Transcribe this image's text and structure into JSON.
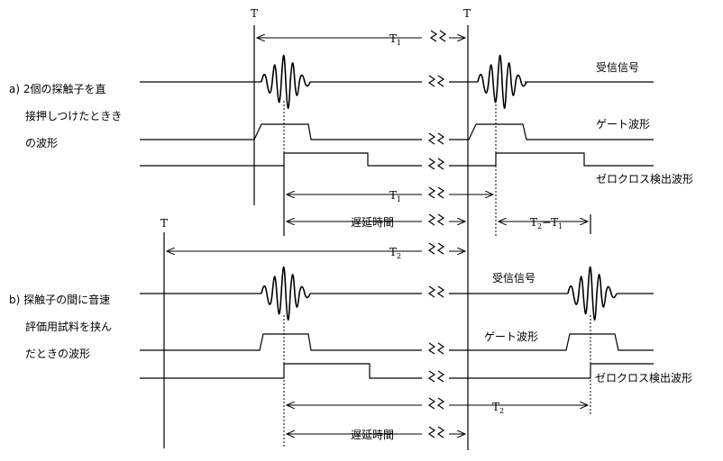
{
  "labels": {
    "T": "T",
    "T1": "T",
    "T1_sub": "1",
    "T2": "T",
    "T2_sub": "2",
    "T2mT1_a": "T",
    "T2mT1_a_sub": "2",
    "T2mT1_mid": "−T",
    "T2mT1_b_sub": "1",
    "received_signal": "受信信号",
    "gate_waveform": "ゲート波形",
    "zero_cross": "ゼロクロス検出波形",
    "delay_time": "遅延時間",
    "case_a_line1": "a) 2個の探触子を直",
    "case_a_line2": "接押しつけたときき",
    "case_a_line3": "の波形",
    "case_b_line1": "b) 探触子の間に音速",
    "case_b_line2": "評価用試料を挟ん",
    "case_b_line3": "だときの波形"
  }
}
